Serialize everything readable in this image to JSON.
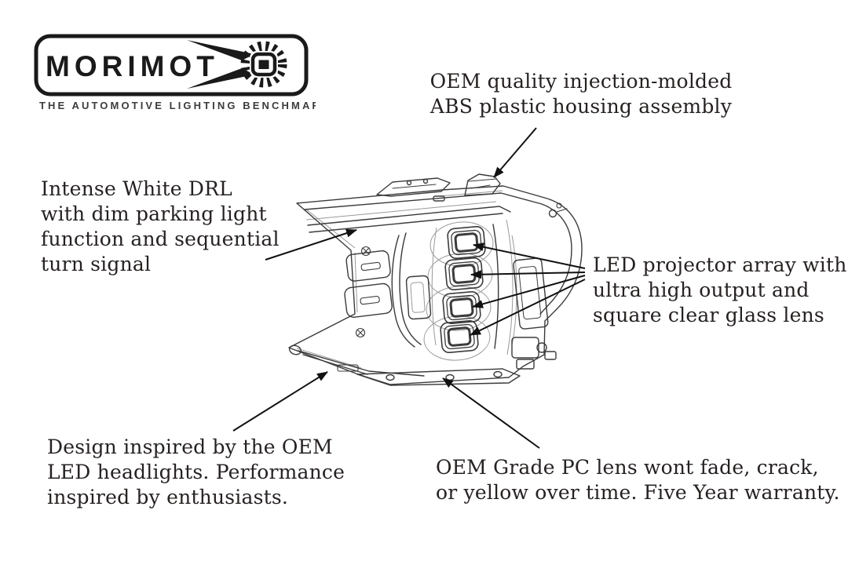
{
  "logo": {
    "brand": "MORIMOTO",
    "wordmark_text": "MORIMOT",
    "final_letter": "O",
    "tagline": "THE AUTOMOTIVE LIGHTING BENCHMARK"
  },
  "callouts": {
    "housing": {
      "text": "OEM quality injection-molded ABS plastic housing assembly",
      "lines": [
        "OEM quality injection-molded",
        "ABS plastic housing assembly"
      ]
    },
    "drl": {
      "text": "Intense White DRL with dim parking light function and sequential turn signal",
      "lines": [
        "Intense White DRL",
        "with dim parking light",
        "function and sequential",
        "turn signal"
      ]
    },
    "projector": {
      "text": "LED projector array with ultra high output and square clear glass lens",
      "lines": [
        "LED projector array with",
        "ultra high output and",
        "square clear glass lens"
      ]
    },
    "design": {
      "text": "Design inspired by the OEM LED headlights. Performance inspired by enthusiasts.",
      "lines": [
        "Design inspired by the OEM",
        "LED headlights. Performance",
        "inspired by enthusiasts."
      ]
    },
    "lens": {
      "text": "OEM Grade PC lens wont fade, crack, or yellow over time. Five Year warranty.",
      "lines": [
        "OEM Grade PC lens wont fade, crack,",
        "or yellow over time. Five Year warranty."
      ]
    }
  },
  "subject": "Morimoto XB LED headlight technical line drawing with five feature callouts",
  "colors": {
    "background": "#ffffff",
    "text": "#262221",
    "line_art": "#3b3b3b",
    "line_art_light": "#9a9a9a",
    "arrow": "#111111",
    "logo_ink": "#1a1a1a",
    "tagline_ink": "#3c3c3c"
  }
}
